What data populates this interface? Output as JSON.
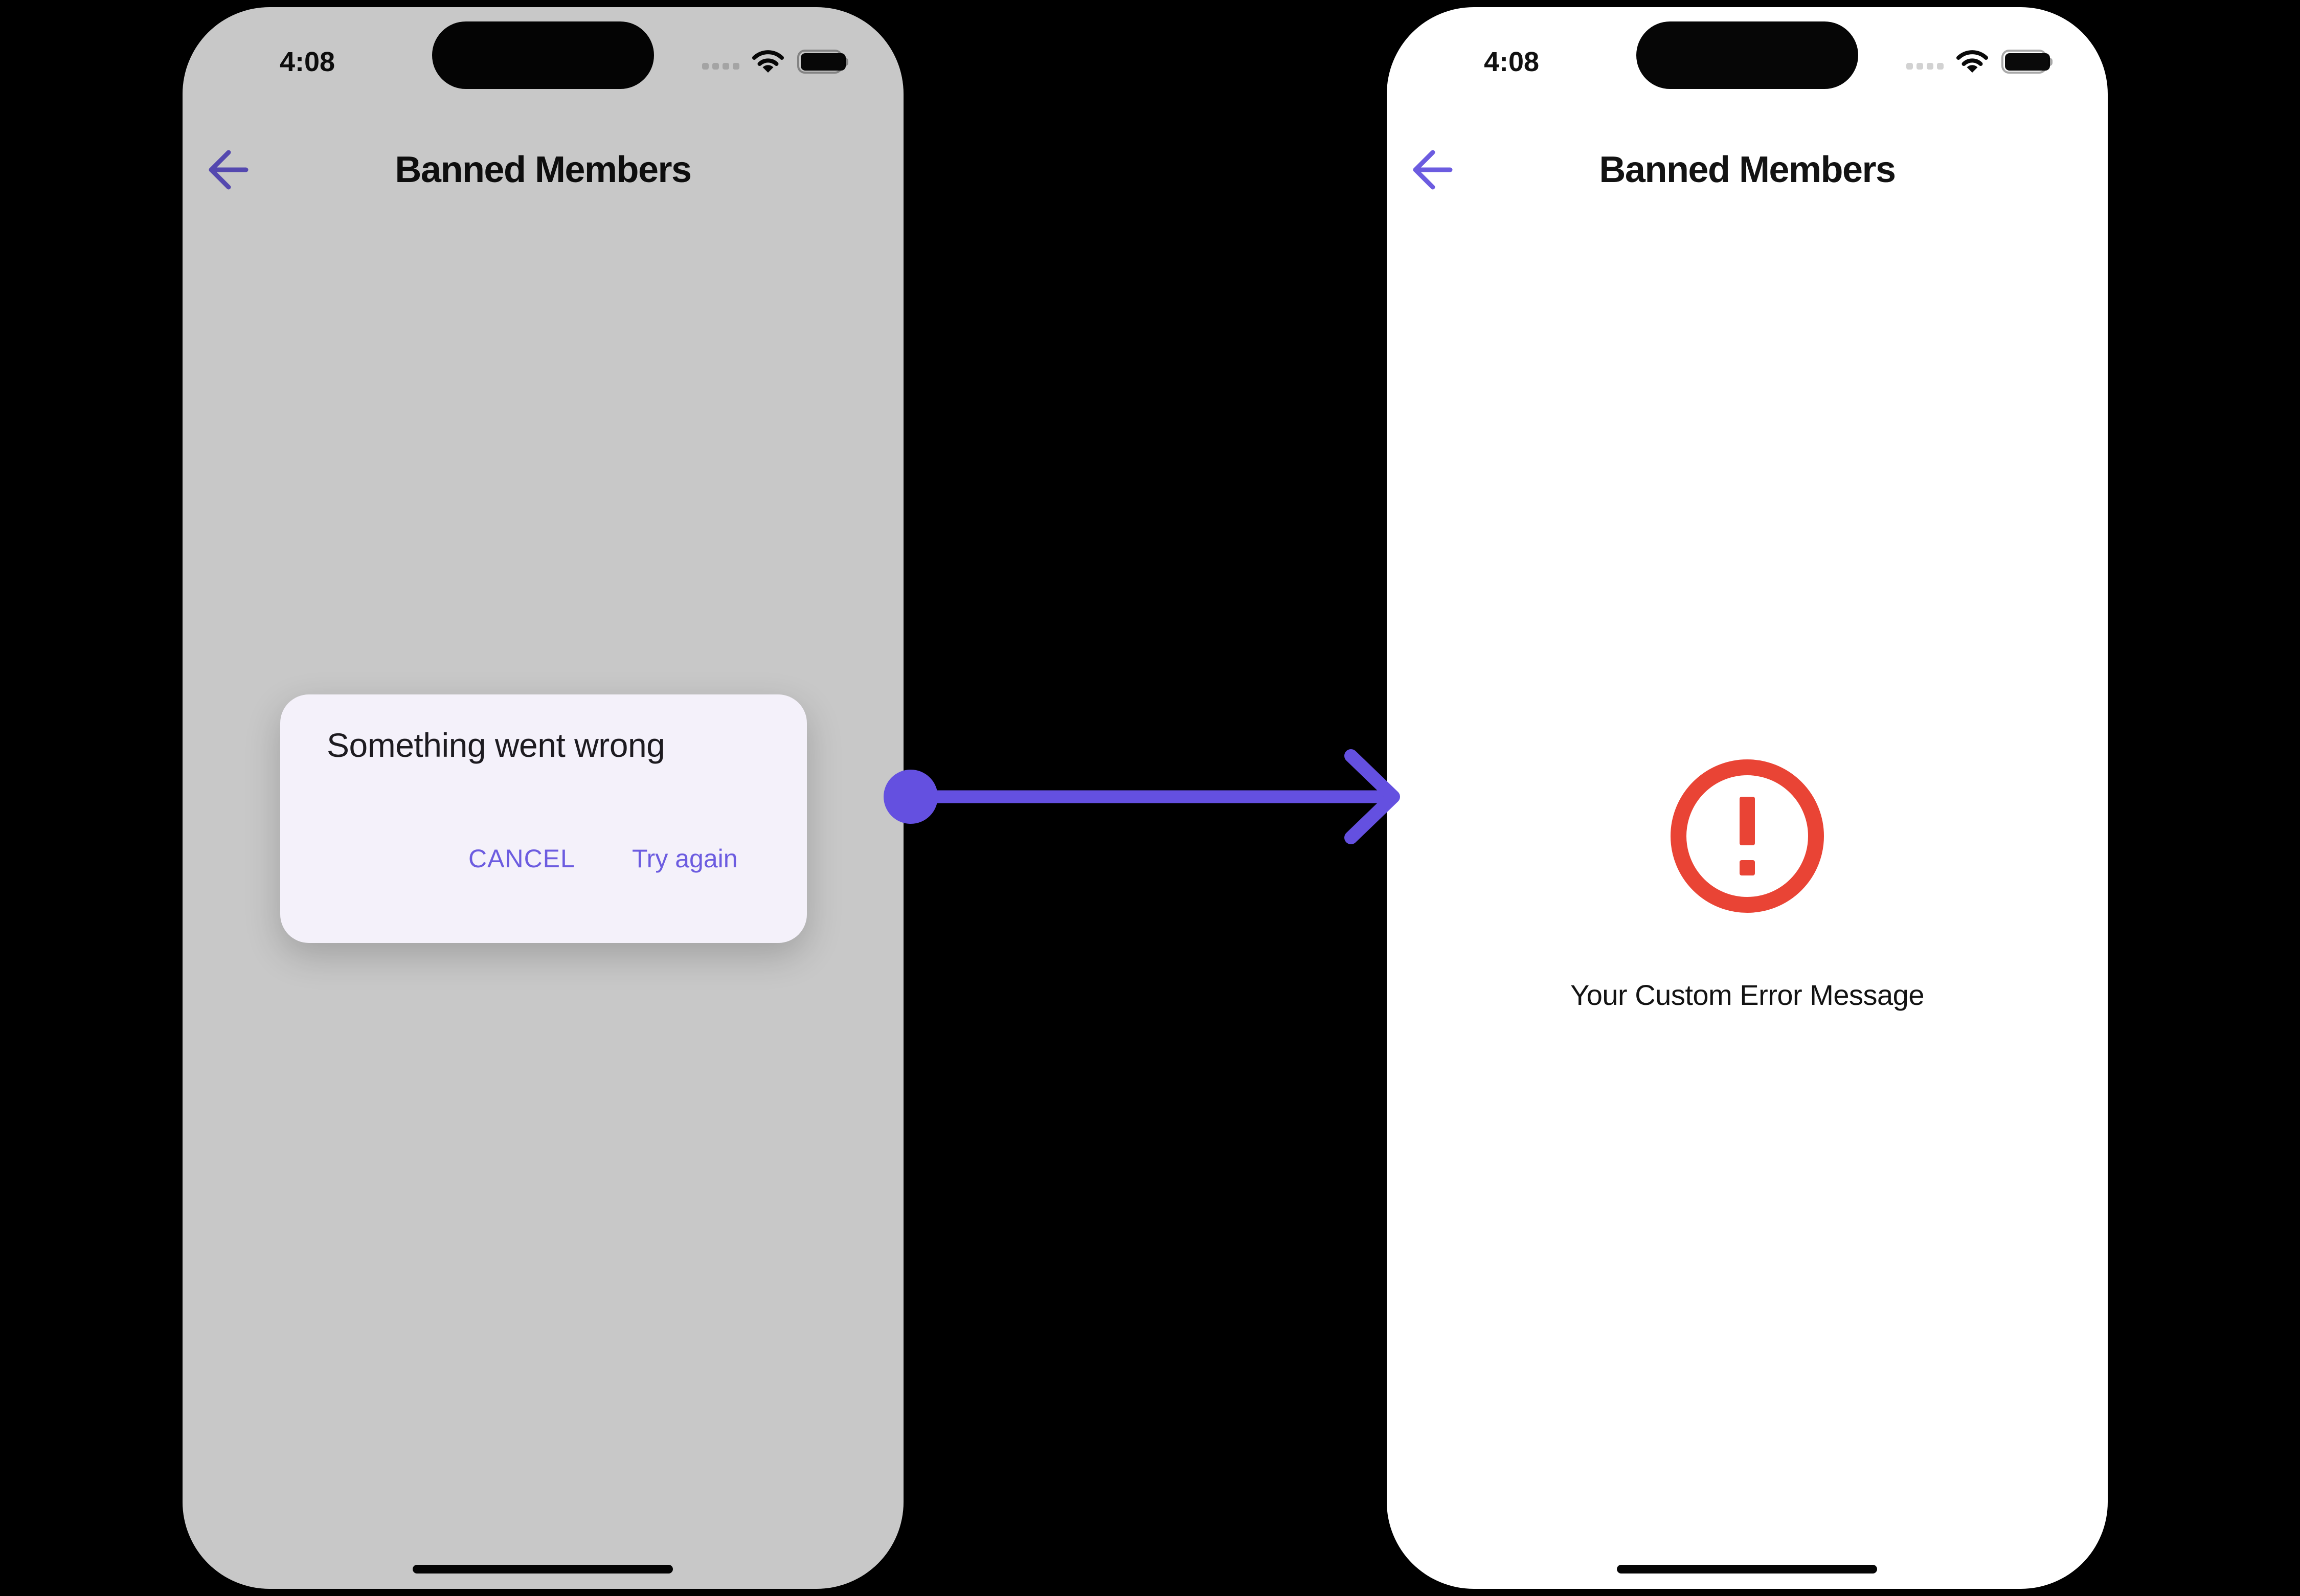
{
  "colors": {
    "accent": "#6C5CE0",
    "connector": "#6450E0",
    "danger": "#E94435",
    "dialog_bg": "#F4F1FA",
    "scrim": "#00000037",
    "island": "#060606"
  },
  "status": {
    "time": "4:08",
    "battery_level": "full",
    "icons": [
      "cellular-signal-icon",
      "wifi-icon",
      "battery-icon"
    ]
  },
  "left_phone": {
    "header": {
      "title": "Banned Members",
      "back_icon": "back-arrow-icon"
    },
    "dialog": {
      "title": "Something went wrong",
      "cancel_label": "CANCEL",
      "confirm_label": "Try again"
    }
  },
  "right_phone": {
    "header": {
      "title": "Banned Members",
      "back_icon": "back-arrow-icon"
    },
    "error": {
      "icon": "error-circle-icon",
      "message": "Your Custom Error Message"
    }
  },
  "connector": {
    "icon": "flow-arrow-icon",
    "direction": "left-to-right"
  }
}
